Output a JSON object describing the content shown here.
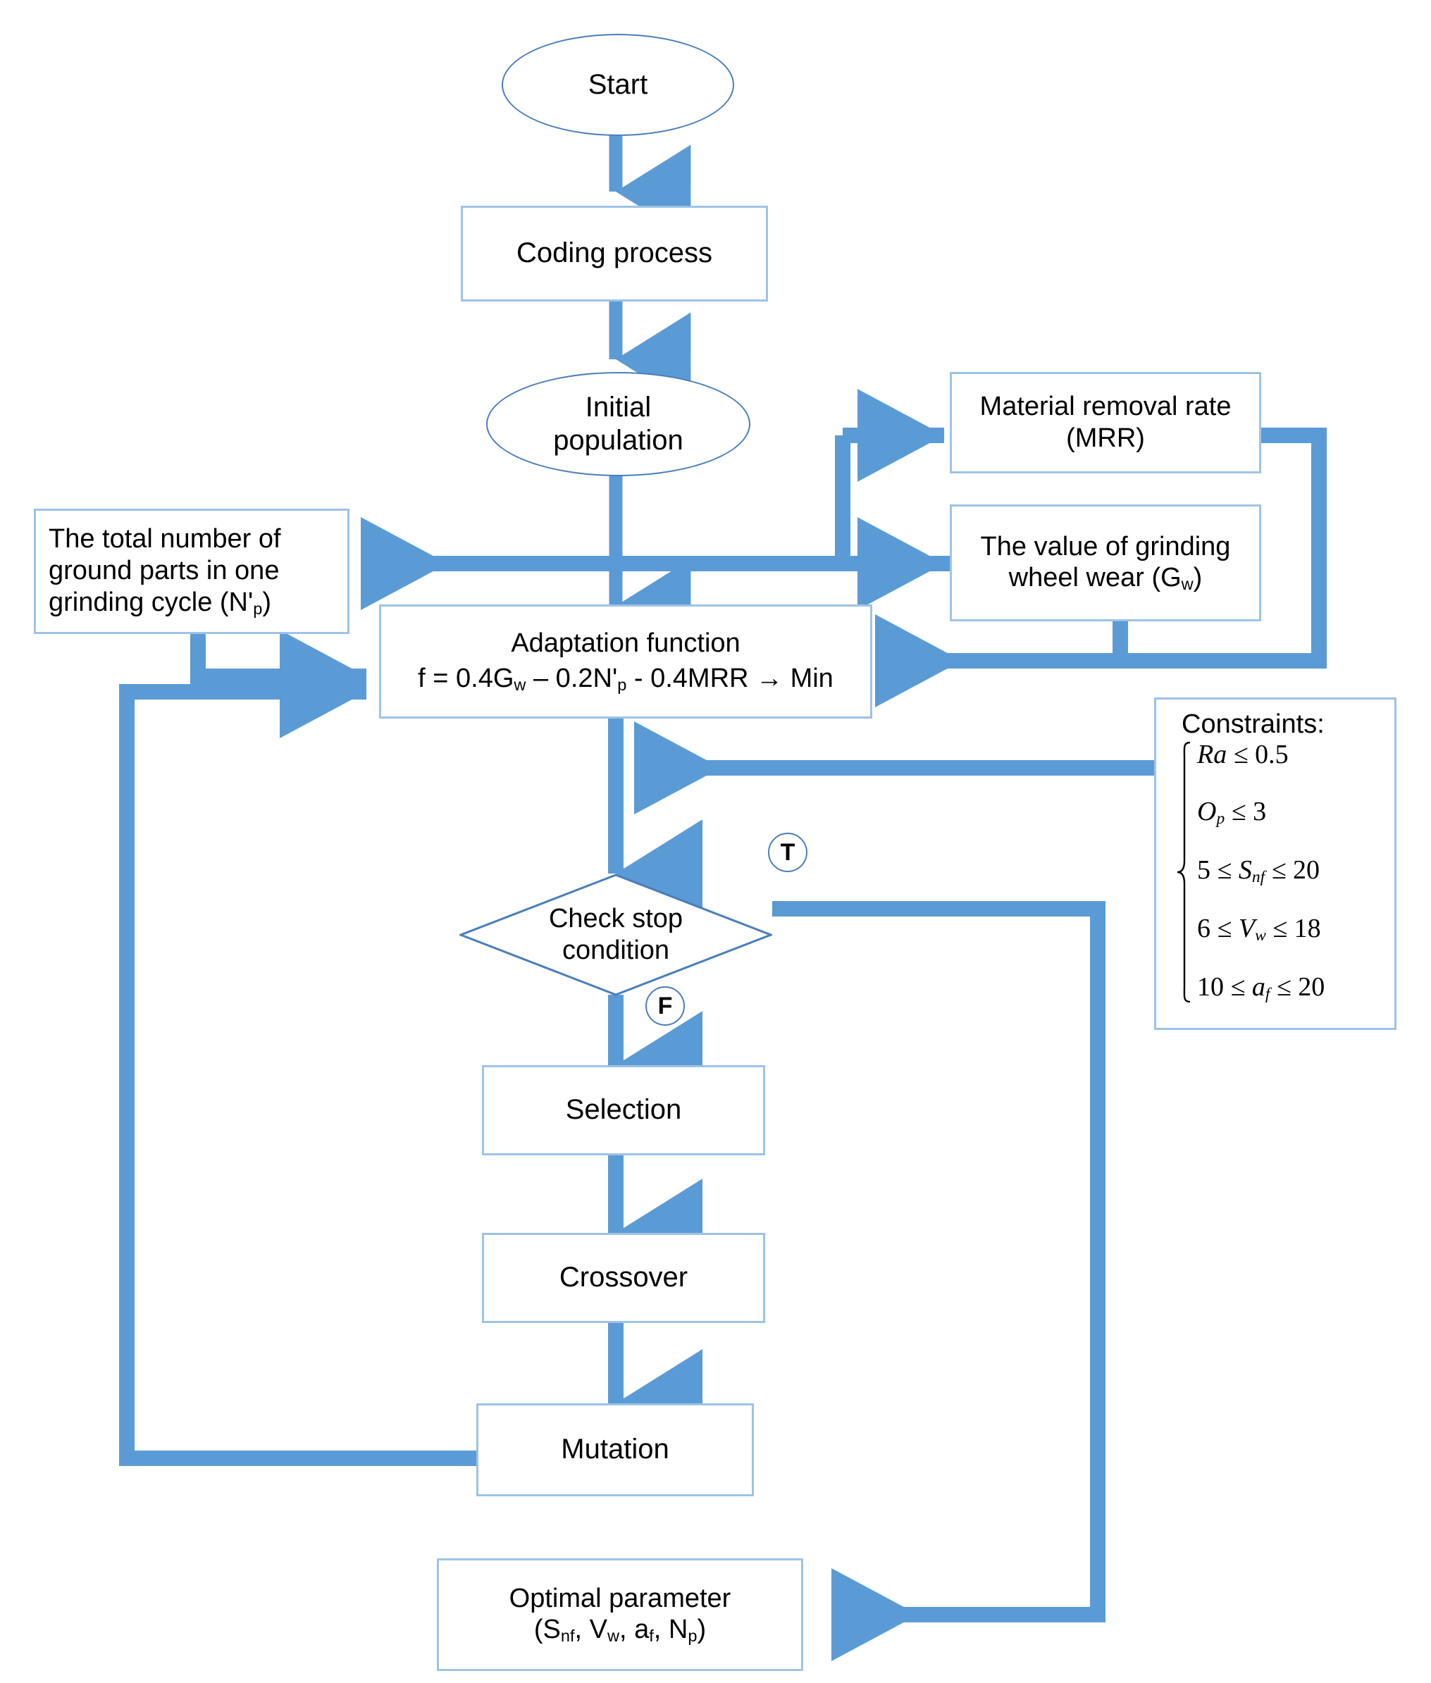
{
  "diagram": {
    "title": "Genetic algorithm optimization flowchart for grinding parameters",
    "accent_arrow_color": "#5B9BD5",
    "box_border_color": "#9DC3E6",
    "ellipse_border_color": "#4A7EBB",
    "text_color": "#000000",
    "background_color": "#FFFFFF"
  },
  "nodes": {
    "start": {
      "label": "Start",
      "shape": "ellipse"
    },
    "coding_process": {
      "label": "Coding process",
      "shape": "rectangle"
    },
    "initial_population": {
      "label": "Initial\npopulation",
      "shape": "ellipse"
    },
    "mrr": {
      "label": "Material removal rate\n(MRR)",
      "shape": "rectangle"
    },
    "grinding_wheel_wear": {
      "label": "The value of grinding\nwheel wear (Gw)",
      "shape": "rectangle"
    },
    "ground_parts": {
      "label": "The total number of\nground parts in one\ngrinding cycle (N'p)",
      "shape": "rectangle"
    },
    "adaptation_function": {
      "title": "Adaptation function",
      "formula": "f = 0.4Gw – 0.2N'p - 0.4MRR → Min",
      "shape": "rectangle"
    },
    "check_stop_condition": {
      "label": "Check stop\ncondition",
      "shape": "diamond"
    },
    "selection": {
      "label": "Selection",
      "shape": "rectangle"
    },
    "crossover": {
      "label": "Crossover",
      "shape": "rectangle"
    },
    "mutation": {
      "label": "Mutation",
      "shape": "rectangle"
    },
    "optimal_parameter": {
      "label": "Optimal parameter\n(Snf, Vw, af, Np)",
      "shape": "rectangle"
    }
  },
  "branch_labels": {
    "true": "T",
    "false": "F"
  },
  "constraints": {
    "title": "Constraints:",
    "items": [
      {
        "expr": "Ra ≤ 0.5",
        "variable": "Ra",
        "upper": "0.5"
      },
      {
        "expr": "Op ≤ 3",
        "variable": "Op",
        "upper": "3"
      },
      {
        "expr": "5 ≤ Snf ≤ 20",
        "variable": "Snf",
        "lower": "5",
        "upper": "20"
      },
      {
        "expr": "6 ≤ Vw ≤ 18",
        "variable": "Vw",
        "lower": "6",
        "upper": "18"
      },
      {
        "expr": "10 ≤ af ≤ 20",
        "variable": "af",
        "lower": "10",
        "upper": "20"
      }
    ]
  },
  "edges": [
    {
      "from": "start",
      "to": "coding_process"
    },
    {
      "from": "coding_process",
      "to": "initial_population"
    },
    {
      "from": "initial_population",
      "to": "adaptation_function"
    },
    {
      "from": "initial_population",
      "to": "mrr"
    },
    {
      "from": "initial_population",
      "to": "grinding_wheel_wear"
    },
    {
      "from": "initial_population",
      "to": "ground_parts"
    },
    {
      "from": "mrr",
      "to": "adaptation_function"
    },
    {
      "from": "grinding_wheel_wear",
      "to": "adaptation_function"
    },
    {
      "from": "ground_parts",
      "to": "adaptation_function"
    },
    {
      "from": "constraints",
      "to": "adaptation_function"
    },
    {
      "from": "adaptation_function",
      "to": "check_stop_condition"
    },
    {
      "from": "check_stop_condition",
      "to": "optimal_parameter",
      "label": "T"
    },
    {
      "from": "check_stop_condition",
      "to": "selection",
      "label": "F"
    },
    {
      "from": "selection",
      "to": "crossover"
    },
    {
      "from": "crossover",
      "to": "mutation"
    },
    {
      "from": "mutation",
      "to": "adaptation_function"
    }
  ]
}
